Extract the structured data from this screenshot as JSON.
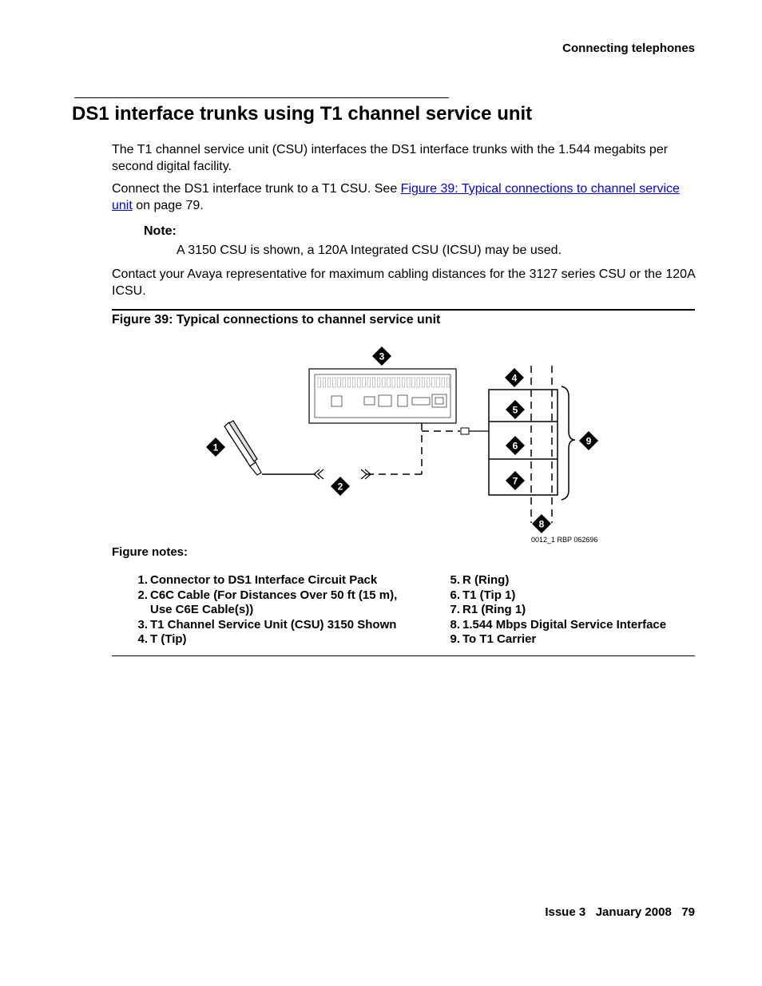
{
  "header": {
    "running_title": "Connecting telephones"
  },
  "section": {
    "title": "DS1 interface trunks using T1 channel service unit"
  },
  "body": {
    "para1": "The T1 channel service unit (CSU) interfaces the DS1 interface trunks with the 1.544 megabits per second digital facility.",
    "para2_before": "Connect the DS1 interface trunk to a T1 CSU. See ",
    "para2_link": "Figure 39:  Typical connections to channel service unit",
    "para2_after": " on page 79.",
    "note_label": "Note:",
    "note_text": "A 3150 CSU is shown, a 120A Integrated CSU (ICSU) may be used.",
    "para3": "Contact your Avaya representative for maximum cabling distances for the 3127 series CSU or the 120A ICSU."
  },
  "figure": {
    "caption": "Figure 39: Typical connections to channel service unit",
    "callouts": [
      "1",
      "2",
      "3",
      "4",
      "5",
      "6",
      "7",
      "8",
      "9"
    ],
    "image_code": "0012_1 RBP 062696",
    "notes_label": "Figure notes:",
    "notes_left": [
      {
        "num": "1.",
        "lines": [
          "Connector to DS1 Interface Circuit Pack"
        ]
      },
      {
        "num": "2.",
        "lines": [
          "C6C Cable (For Distances Over 50 ft (15 m),",
          "Use C6E Cable(s))"
        ]
      },
      {
        "num": "3.",
        "lines": [
          "T1 Channel Service Unit (CSU) 3150 Shown"
        ]
      },
      {
        "num": "4.",
        "lines": [
          "T (Tip)"
        ]
      }
    ],
    "notes_right": [
      {
        "num": "5.",
        "lines": [
          "R (Ring)"
        ]
      },
      {
        "num": "6.",
        "lines": [
          "T1 (Tip 1)"
        ]
      },
      {
        "num": "7.",
        "lines": [
          "R1 (Ring 1)"
        ]
      },
      {
        "num": "8.",
        "lines": [
          "1.544 Mbps Digital Service Interface"
        ]
      },
      {
        "num": "9.",
        "lines": [
          "To T1 Carrier"
        ]
      }
    ]
  },
  "footer": {
    "issue": "Issue 3",
    "date": "January 2008",
    "page": "79"
  }
}
